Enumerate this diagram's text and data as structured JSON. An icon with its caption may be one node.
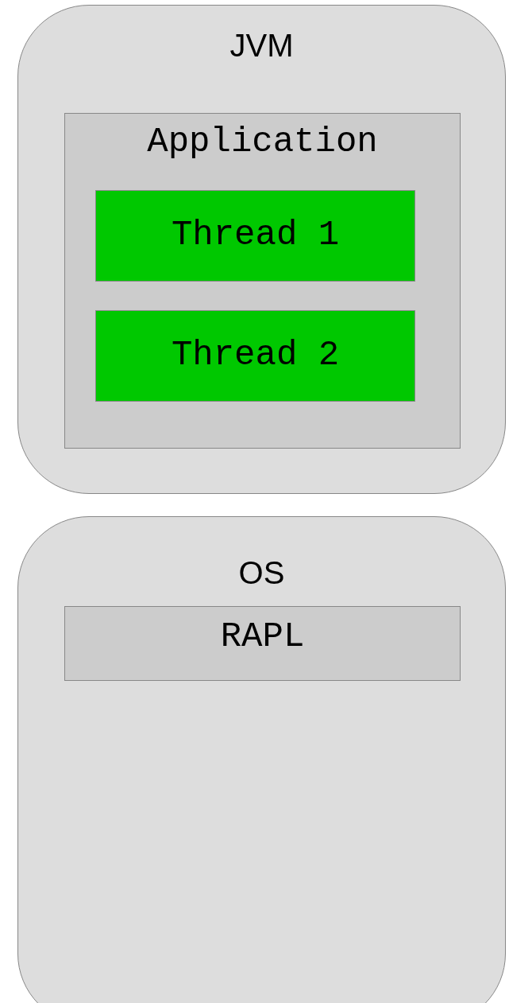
{
  "diagram": {
    "nodes": [
      {
        "text": [
          "JVM"
        ]
      },
      {
        "text": [
          "Application"
        ],
        "in": 0
      },
      {
        "text": [
          "Thread 1"
        ],
        "in": 1
      },
      {
        "text": [
          "Thread 2"
        ],
        "in": 1
      },
      {
        "text": [
          "OS"
        ]
      },
      {
        "text": [
          "RAPL"
        ],
        "in": 4
      }
    ]
  }
}
